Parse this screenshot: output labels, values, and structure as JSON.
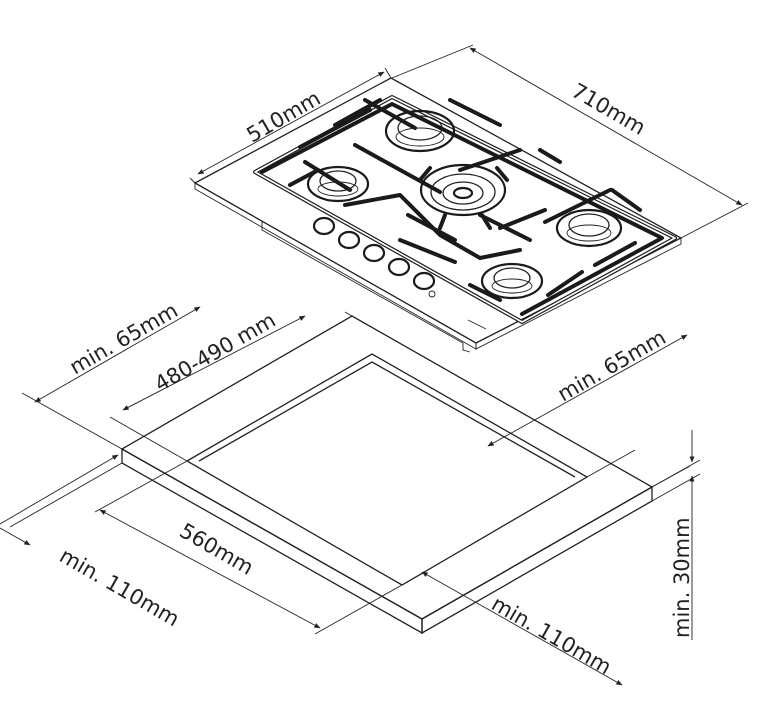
{
  "diagram": {
    "labels": {
      "hob_depth": "510mm",
      "hob_width": "710mm",
      "rear_clearance": "min. 65mm",
      "cutout_depth": "480-490 mm",
      "side_clearance": "min. 65mm",
      "cutout_width": "560mm",
      "front_clearance_left": "min. 110mm",
      "front_clearance_right": "min. 110mm",
      "counter_thickness": "min. 30mm"
    },
    "colors": {
      "line": "#1a1a1a",
      "background": "#ffffff"
    }
  }
}
